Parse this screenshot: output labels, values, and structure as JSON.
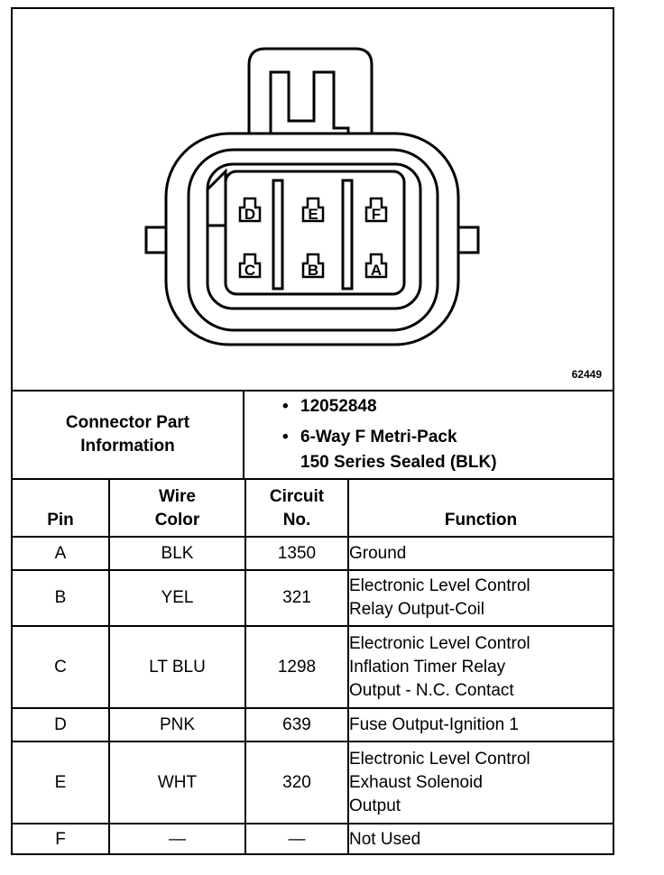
{
  "figure_id": "62449",
  "pin_labels": [
    "D",
    "E",
    "F",
    "C",
    "B",
    "A"
  ],
  "connector_info": {
    "title_line1": "Connector Part",
    "title_line2": "Information",
    "bullet1": "12052848",
    "bullet2_line1": "6-Way F Metri-Pack",
    "bullet2_line2": "150 Series Sealed (BLK)"
  },
  "headers": {
    "pin": "Pin",
    "wire_color_1": "Wire",
    "wire_color_2": "Color",
    "circuit_1": "Circuit",
    "circuit_2": "No.",
    "function": "Function"
  },
  "rows": [
    {
      "pin": "A",
      "color": "BLK",
      "circuit": "1350",
      "function": [
        "Ground"
      ]
    },
    {
      "pin": "B",
      "color": "YEL",
      "circuit": "321",
      "function": [
        "Electronic Level Control",
        "Relay Output-Coil"
      ]
    },
    {
      "pin": "C",
      "color": "LT BLU",
      "circuit": "1298",
      "function": [
        "Electronic Level Control",
        "Inflation Timer Relay",
        "Output - N.C. Contact"
      ]
    },
    {
      "pin": "D",
      "color": "PNK",
      "circuit": "639",
      "function": [
        "Fuse Output-Ignition 1"
      ]
    },
    {
      "pin": "E",
      "color": "WHT",
      "circuit": "320",
      "function": [
        "Electronic Level Control",
        "Exhaust Solenoid",
        "Output"
      ]
    },
    {
      "pin": "F",
      "color": "—",
      "circuit": "—",
      "function": [
        "Not Used"
      ]
    }
  ]
}
